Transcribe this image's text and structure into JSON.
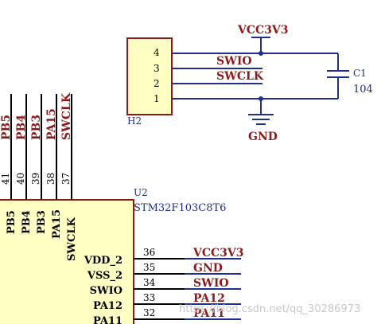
{
  "header_h2": {
    "ref": "H2",
    "pins": [
      "4",
      "3",
      "2",
      "1"
    ]
  },
  "capacitor": {
    "ref": "C1",
    "value": "104"
  },
  "nets": {
    "vcc_top": "VCC3V3",
    "swio_top": "SWIO",
    "swclk_top": "SWCLK",
    "gnd_top": "GND"
  },
  "u2": {
    "ref": "U2",
    "part": "STM32F103C8T6",
    "top_pin_numbers": [
      "41",
      "40",
      "39",
      "38",
      "37"
    ],
    "top_pin_nets": [
      "PB5",
      "PB4",
      "PB3",
      "PA15",
      "SWCLK"
    ],
    "top_pin_names": [
      "PB5",
      "PB4",
      "PB3",
      "PA15",
      "SWCLK"
    ],
    "right_pins": [
      {
        "name": "VDD_2",
        "num": "36",
        "net": "VCC3V3"
      },
      {
        "name": "VSS_2",
        "num": "35",
        "net": "GND"
      },
      {
        "name": "SWIO",
        "num": "34",
        "net": "SWIO"
      },
      {
        "name": "PA12",
        "num": "33",
        "net": "PA12"
      },
      {
        "name": "PA11",
        "num": "32",
        "net": "PA11"
      }
    ]
  },
  "watermark": "https://blog.csdn.net/qq_30286973"
}
